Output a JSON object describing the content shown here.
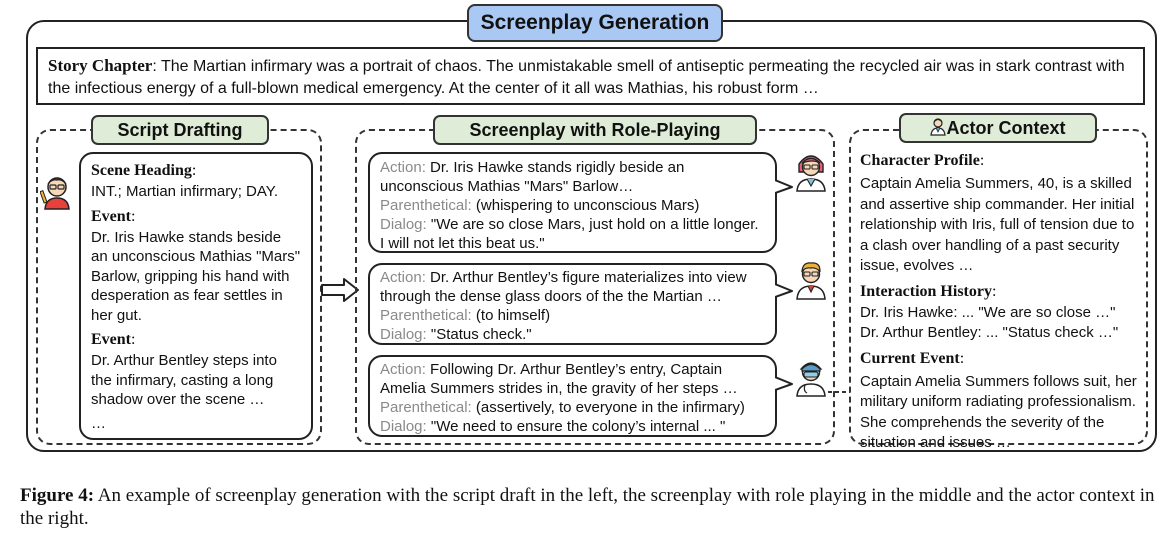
{
  "title": "Screenplay Generation",
  "story": {
    "label": "Story Chapter",
    "text": ": The Martian infirmary was a portrait of chaos. The unmistakable smell of antiseptic permeating the recycled air was in stark contrast with the infectious energy of a full-blown medical emergency. At the center of it all was Mathias, his robust form …"
  },
  "script": {
    "title": "Script Drafting",
    "scene_label": "Scene Heading",
    "scene_colon": ":",
    "scene_text": "INT.; Martian infirmary; DAY.",
    "event1_label": "Event",
    "event1_colon": ":",
    "event1_text": "Dr. Iris Hawke stands beside an unconscious Mathias \"Mars\" Barlow, gripping his hand with desperation as fear settles in her gut.",
    "event2_label": "Event",
    "event2_colon": ":",
    "event2_text": "Dr. Arthur Bentley steps into the infirmary, casting a long shadow over the scene …",
    "ellipsis": "…"
  },
  "screenplay": {
    "title": "Screenplay with Role-Playing",
    "labels": {
      "action": "Action:",
      "parenthetical": "Parenthetical:",
      "dialog": "Dialog:"
    },
    "items": [
      {
        "action": "Dr. Iris Hawke stands rigidly beside an unconscious Mathias \"Mars\" Barlow…",
        "parenthetical": "(whispering to unconscious Mars)",
        "dialog": "\"We are so close Mars, just hold on a little longer. I will not let this beat us.\""
      },
      {
        "action": "Dr. Arthur Bentley’s figure materializes into view through the dense glass doors of the the Martian …",
        "parenthetical": "(to himself)",
        "dialog": "\"Status check.\""
      },
      {
        "action": "Following Dr. Arthur Bentley’s entry, Captain Amelia Summers strides in, the gravity of her steps …",
        "parenthetical": "(assertively, to everyone in the infirmary)",
        "dialog": "\"We need to ensure the colony’s internal ... \""
      }
    ]
  },
  "actor": {
    "title": "Actor Context",
    "profile_label": "Character Profile",
    "profile_colon": ":",
    "profile_text": "Captain Amelia Summers, 40, is a skilled and assertive ship commander. Her initial relationship with Iris, full of tension due to a clash over handling of a past security issue, evolves …",
    "history_label": "Interaction History",
    "history_colon": ":",
    "history_lines": [
      "Dr. Iris Hawke: ... \"We are so close …\"",
      "Dr. Arthur Bentley: ... \"Status check …\""
    ],
    "event_label": "Current Event",
    "event_colon": ":",
    "event_text": "Captain Amelia Summers follows suit, her military uniform radiating professionalism. She comprehends the severity of the situation and issues …"
  },
  "caption": {
    "label": "Figure 4:",
    "text": " An example of screenplay generation with the script draft in the left, the screenplay with role playing in the middle and the actor context in the right."
  },
  "colors": {
    "title_fill": "#a9c8f3",
    "section_fill": "#dfecd7",
    "gray_text": "#8a8a8a"
  },
  "icons": [
    "writer-icon",
    "doctor-iris-icon",
    "doctor-arthur-icon",
    "captain-amelia-icon",
    "actor-icon",
    "arrow-right-icon"
  ]
}
